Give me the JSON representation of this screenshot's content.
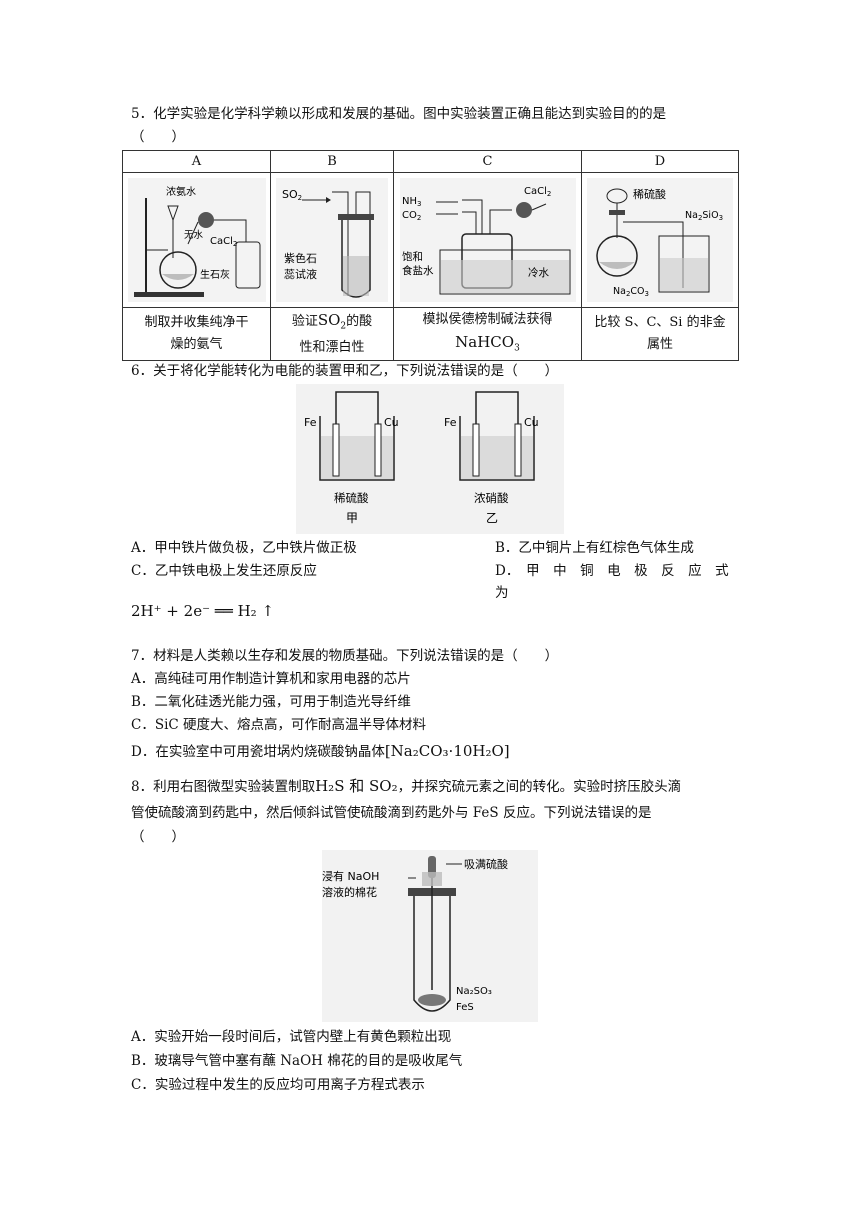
{
  "q5": {
    "stem": "5．化学实验是化学科学赖以形成和发展的基础。图中实验装置正确且能达到实验目的的是",
    "paren": "（　　）",
    "headers": [
      "A",
      "B",
      "C",
      "D"
    ],
    "labels": {
      "a1": "浓氨水",
      "a2": "无水",
      "a3": "CaCl",
      "a3s": "2",
      "a4": "生石灰",
      "b1": "SO",
      "b1s": "2",
      "b2": "紫色石",
      "b3": "蕊试液",
      "c1": "NH",
      "c1s": "3",
      "c2": "CO",
      "c2s": "2",
      "c3": "CaCl",
      "c3s": "2",
      "c4": "饱和",
      "c5": "食盐水",
      "c6": "冷水",
      "d1": "稀硫酸",
      "d2": "Na",
      "d2s": "2",
      "d2b": "SiO",
      "d2bs": "3",
      "d3": "Na",
      "d3s": "2",
      "d3b": "CO",
      "d3bs": "3"
    },
    "captions": {
      "A1": "制取并收集纯净干",
      "A2": "燥的氨气",
      "B1a": "验证",
      "B1b": "SO",
      "B1s": "2",
      "B1c": "的酸",
      "B2": "性和漂白性",
      "C1": "模拟侯德榜制碱法获得",
      "C2a": "NaHCO",
      "C2s": "3",
      "D1": "比较 S、C、Si 的非金",
      "D2": "属性"
    }
  },
  "q6": {
    "stem": "6．关于将化学能转化为电能的装置甲和乙，下列说法错误的是（　　）",
    "fig": {
      "fe1": "Fe",
      "cu1": "Cu",
      "sol1": "稀硫酸",
      "name1": "甲",
      "fe2": "Fe",
      "cu2": "Cu",
      "sol2": "浓硝酸",
      "name2": "乙"
    },
    "A": "A．甲中铁片做负极，乙中铁片做正极",
    "B": "B．乙中铜片上有红棕色气体生成",
    "C": "C．乙中铁电极上发生还原反应",
    "D": "D．　甲　中　铜　电　极　反　应　式　为",
    "eq": "2H⁺ + 2e⁻ ══ H₂ ↑"
  },
  "q7": {
    "stem": "7．材料是人类赖以生存和发展的物质基础。下列说法错误的是（　　）",
    "A": "A．高纯硅可用作制造计算机和家用电器的芯片",
    "B": "B．二氧化硅透光能力强，可用于制造光导纤维",
    "C": "C．SiC 硬度大、熔点高，可作耐高温半导体材料",
    "D": "D．在实验室中可用瓷坩埚灼烧碳酸钠晶体",
    "Dformula": "[Na₂CO₃·10H₂O]"
  },
  "q8": {
    "stem1a": "8．利用右图微型实验装置制取",
    "stem1b": "H₂S 和 SO₂",
    "stem1c": "，并探究硫元素之间的转化。实验时挤压胶头滴",
    "stem2": "管使硫酸滴到药匙中，然后倾斜试管使硫酸滴到药匙外与 FeS 反应。下列说法错误的是",
    "paren": "（　　）",
    "fig": {
      "l1": "浸有 NaOH",
      "l2": "溶液的棉花",
      "l3": "吸满硫酸",
      "l4": "Na₂SO₃",
      "l5": "FeS"
    },
    "A": "A．实验开始一段时间后，试管内壁上有黄色颗粒出现",
    "B": "B．玻璃导气管中塞有蘸 NaOH 棉花的目的是吸收尾气",
    "C": "C．实验过程中发生的反应均可用离子方程式表示"
  }
}
